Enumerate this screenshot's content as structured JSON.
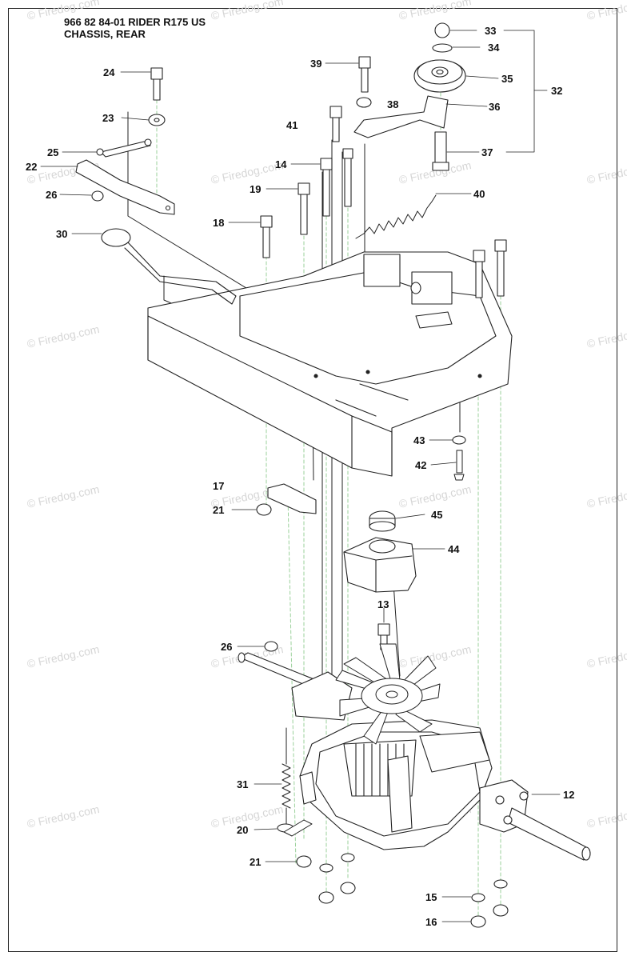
{
  "header": {
    "line1": "966 82 84-01 RIDER R175 US",
    "line2": "CHASSIS, REAR"
  },
  "watermark": {
    "text": "Firedog.com",
    "symbol": "©",
    "color": "#d6d6d6"
  },
  "callouts": [
    "33",
    "34",
    "35",
    "32",
    "36",
    "37",
    "24",
    "39",
    "38",
    "23",
    "41",
    "25",
    "22",
    "14",
    "19",
    "26",
    "40",
    "18",
    "30",
    "43",
    "42",
    "17",
    "21",
    "45",
    "44",
    "13",
    "26",
    "31",
    "12",
    "20",
    "21",
    "15",
    "16"
  ],
  "colors": {
    "line": "#222222",
    "leader": "#9bd19b",
    "part_fill": "#ffffff"
  }
}
